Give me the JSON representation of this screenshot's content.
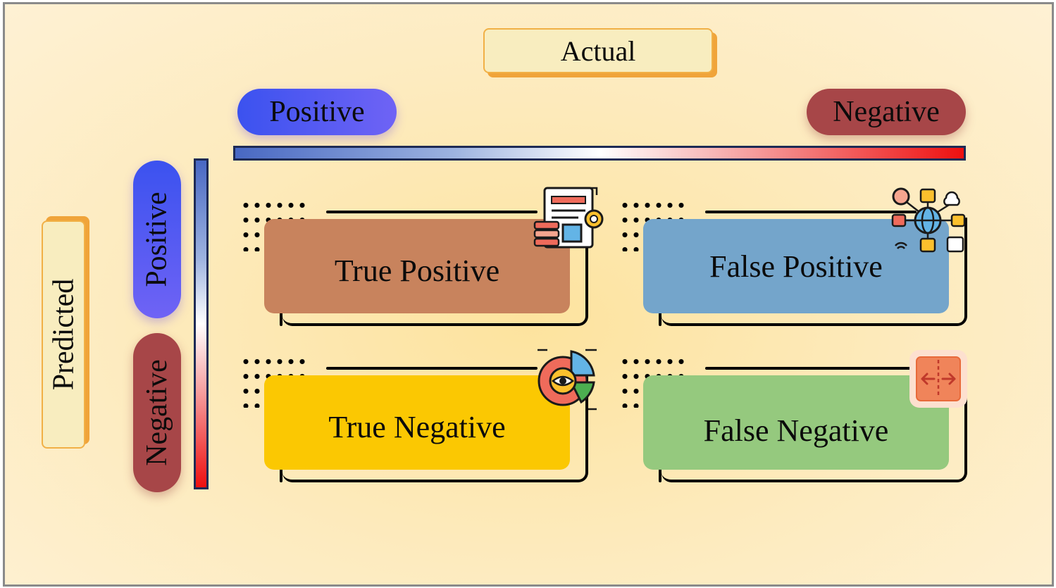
{
  "actual_label": "Actual",
  "predicted_label": "Predicted",
  "columns": {
    "positive": "Positive",
    "negative": "Negative"
  },
  "rows": {
    "positive": "Positive",
    "negative": "Negative"
  },
  "cells": {
    "tp": {
      "label": "True Positive",
      "color": "#c8835d",
      "icon": "document-gear-icon"
    },
    "fp": {
      "label": "False Positive",
      "color": "#74a5cb",
      "icon": "network-globe-icon"
    },
    "tn": {
      "label": "True Negative",
      "color": "#fbc802",
      "icon": "eye-chart-icon"
    },
    "fn": {
      "label": "False Negative",
      "color": "#95c97e",
      "icon": "split-arrows-icon"
    }
  },
  "colors": {
    "positive": "#3b52ef",
    "negative": "#a74648",
    "frame_border": "#f1b046"
  }
}
